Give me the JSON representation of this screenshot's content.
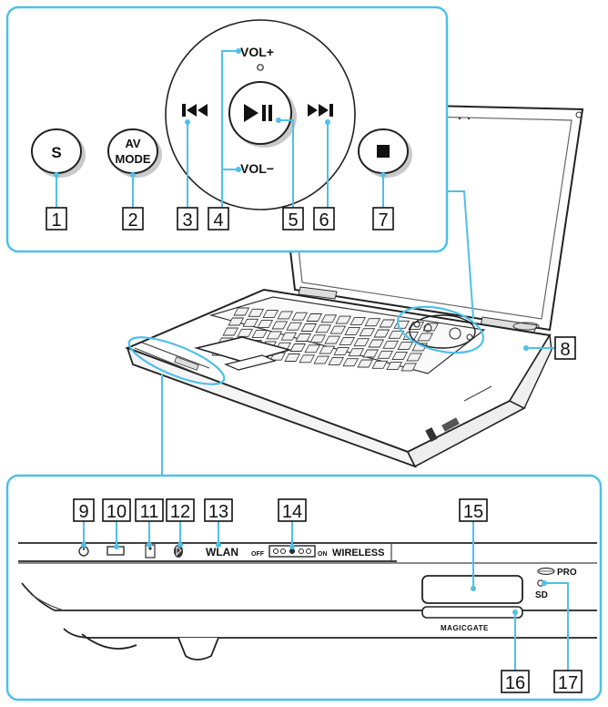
{
  "media_buttons": {
    "s": "S",
    "av_mode_line1": "AV",
    "av_mode_line2": "MODE",
    "vol_up": "VOL+",
    "vol_down": "VOL−",
    "prev_icon": "previous-track-icon",
    "next_icon": "next-track-icon",
    "play_icon": "play-pause-icon",
    "stop_icon": "stop-icon"
  },
  "front_panel": {
    "wlan": "WLAN",
    "switch_off": "OFF",
    "switch_on": "ON",
    "wireless": "WIRELESS",
    "pro": "PRO",
    "sd": "SD",
    "magicgate": "MAGICGATE"
  },
  "callouts": [
    "1",
    "2",
    "3",
    "4",
    "5",
    "6",
    "7",
    "8",
    "9",
    "10",
    "11",
    "12",
    "13",
    "14",
    "15",
    "16",
    "17"
  ],
  "colors": {
    "callout": "#4fc0e8",
    "outline": "#222222"
  }
}
